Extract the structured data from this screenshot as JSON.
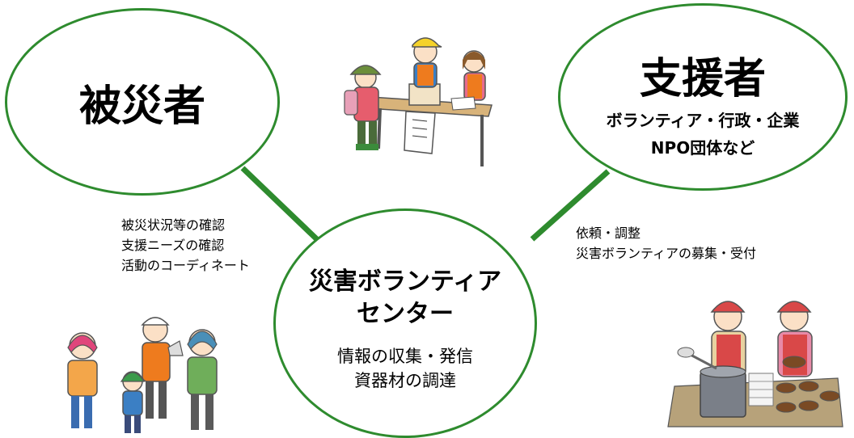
{
  "victim": {
    "title": "被災者"
  },
  "supporter": {
    "title": "支援者",
    "line1": "ボランティア・行政・企業",
    "line2": "NPO団体など"
  },
  "center": {
    "title_line1": "災害ボランティア",
    "title_line2": "センター",
    "task1": "情報の収集・発信",
    "task2": "資器材の調達"
  },
  "left_notes": [
    "被災状況等の確認",
    "支援ニーズの確認",
    "活動のコーディネート"
  ],
  "right_notes": [
    "依頼・調整",
    "災害ボランティアの募集・受付"
  ],
  "colors": {
    "circle_border": "#2e8b2e",
    "connector": "#2e8b2e"
  },
  "illustrations": [
    "reception-desk-illustration",
    "evacuating-family-illustration",
    "soup-kitchen-illustration"
  ]
}
